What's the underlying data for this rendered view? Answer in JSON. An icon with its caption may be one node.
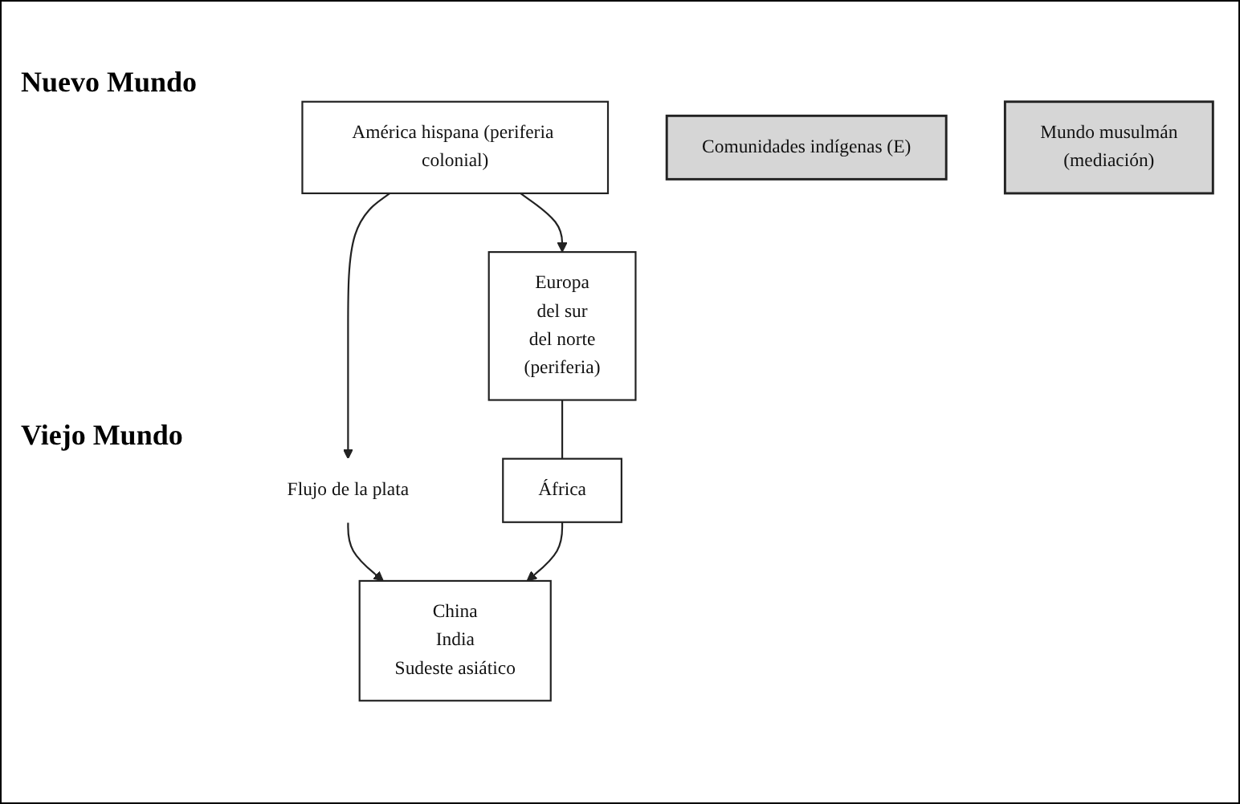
{
  "diagram": {
    "nodes": [
      {
        "text": [
          "América hispana (periferia colonial)"
        ]
      },
      {
        "text": [
          "Comunidades indígenas (E)"
        ]
      },
      {
        "text": [
          "Flujo de la plata"
        ]
      },
      {
        "text": [
          "Europa",
          "del sur",
          "del norte",
          "(periferia)"
        ]
      },
      {
        "text": [
          "Mundo musulmán",
          "(mediación)"
        ]
      },
      {
        "text": [
          "China",
          "India",
          "Sudeste asiático"
        ]
      },
      {
        "text": [
          "África"
        ]
      }
    ],
    "edges": [
      {
        "from": 0,
        "to": 2,
        "arrow": "to"
      },
      {
        "from": 2,
        "to": 5,
        "arrow": "to"
      },
      {
        "from": 0,
        "to": 3,
        "arrow": "to"
      },
      {
        "from": 3,
        "to": 6,
        "arrow": "none"
      },
      {
        "from": 6,
        "to": 5,
        "arrow": "to"
      }
    ],
    "labels": [
      "Nuevo Mundo",
      "Viejo Mundo"
    ]
  }
}
